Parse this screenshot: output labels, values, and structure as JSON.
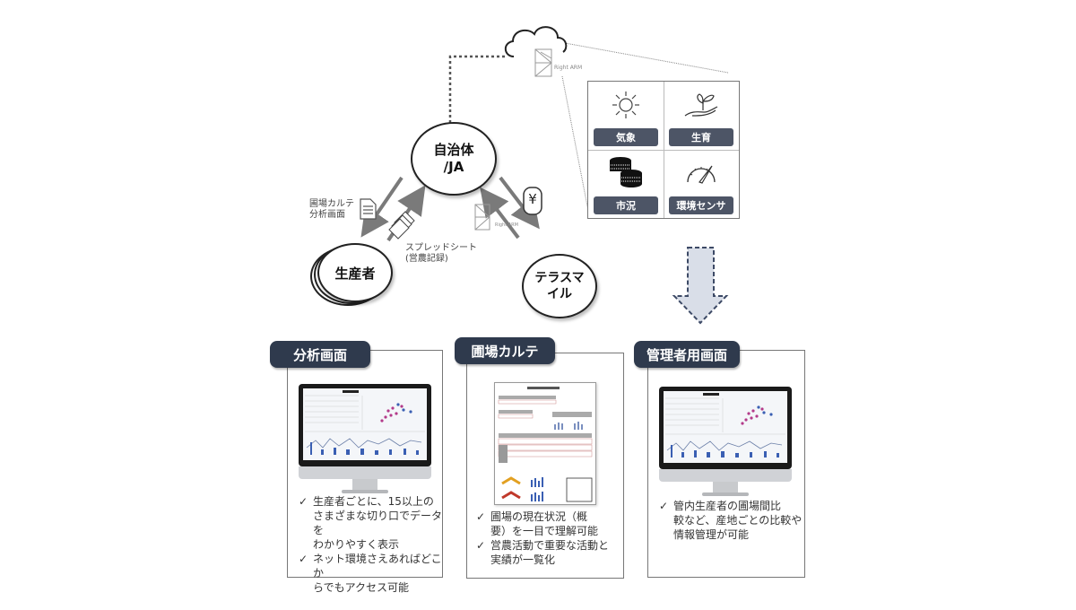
{
  "cloud": {
    "icon": "cloud-icon",
    "logo_text": "Right ARM"
  },
  "nodes": {
    "municipality": "自治体\n/JA",
    "municipality_line1": "自治体",
    "municipality_line2": "/JA",
    "producer": "生産者",
    "terrasmile_line1": "テラスマ",
    "terrasmile_line2": "イル"
  },
  "flow_labels": {
    "to_producer_line1": "圃場カルテ",
    "to_producer_line2": "分析画面",
    "to_municipality_line1": "スプレッドシート",
    "to_municipality_line2": "(営農記録)",
    "payment_icon": "yen-icon",
    "rightarm_logo_text": "Right ARM"
  },
  "data_sources": [
    {
      "label": "気象",
      "icon": "sun-icon"
    },
    {
      "label": "生育",
      "icon": "plant-in-hand-icon"
    },
    {
      "label": "市況",
      "icon": "coins-icon"
    },
    {
      "label": "環境センサ",
      "icon": "gauge-icon"
    }
  ],
  "cards": [
    {
      "title": "分析画面",
      "visual": "monitor-dashboard",
      "bullets": [
        {
          "lines": [
            "生産者ごとに、15以上の",
            "さまざまな切り口でデータを",
            "わかりやすく表示"
          ]
        },
        {
          "lines": [
            "ネット環境さえあればどこか",
            "らでもアクセス可能"
          ]
        }
      ]
    },
    {
      "title": "圃場カルテ",
      "visual": "field-report-document",
      "bullets": [
        {
          "lines": [
            "圃場の現在状況（概",
            "要）を一目で理解可能"
          ]
        },
        {
          "lines": [
            "営農活動で重要な活動と",
            "実績が一覧化"
          ]
        }
      ]
    },
    {
      "title": "管理者用画面",
      "visual": "monitor-dashboard",
      "bullets": [
        {
          "lines": [
            "管内生産者の圃場間比",
            "較など、産地ごとの比較や",
            "情報管理が可能"
          ]
        }
      ]
    }
  ],
  "check_mark": "✓",
  "colors": {
    "tab_bg": "#2f3a4d",
    "data_tag_bg": "#4d5566",
    "arrow_fill": "#d9dee8",
    "arrow_stroke": "#3d4a66"
  }
}
